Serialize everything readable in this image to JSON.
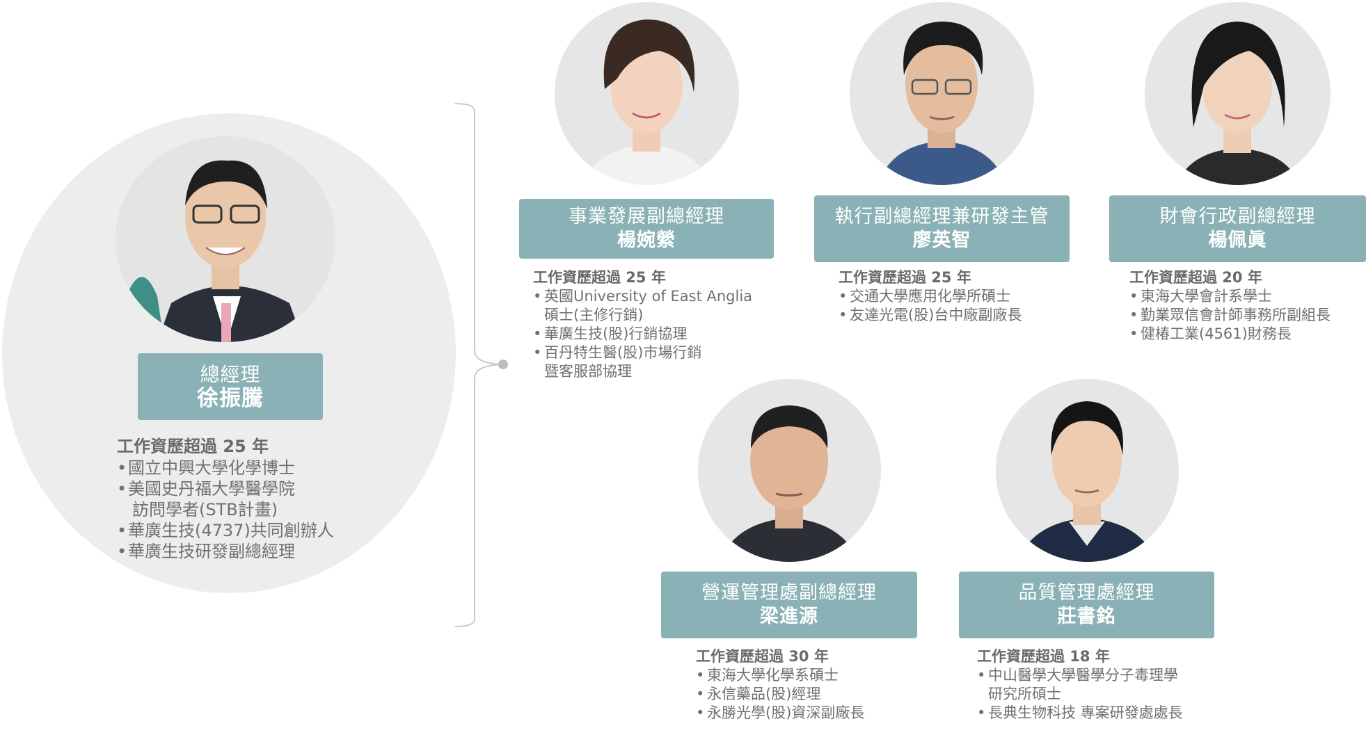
{
  "general_manager": {
    "role": "總經理",
    "name": "徐振騰",
    "experience": "工作資歷超過 25 年",
    "items": [
      "國立中興大學化學博士",
      "美國史丹福大學醫學院",
      "訪問學者(STB計畫)",
      "華廣生技(4737)共同創辦人",
      "華廣生技研發副總經理"
    ]
  },
  "staff": [
    {
      "role": "事業發展副總經理",
      "name": "楊婉縈",
      "experience": "工作資歷超過 25 年",
      "items": [
        "英國University of East Anglia",
        "碩士(主修行銷)",
        "華廣生技(股)行銷協理",
        "百丹特生醫(股)市場行銷",
        "暨客服部協理"
      ]
    },
    {
      "role": "執行副總經理兼研發主管",
      "name": "廖英智",
      "experience": "工作資歷超過 25 年",
      "items": [
        "交通大學應用化學所碩士",
        "友達光電(股)台中廠副廠長"
      ]
    },
    {
      "role": "財會行政副總經理",
      "name": "楊佩眞",
      "experience": "工作資歷超過 20 年",
      "items": [
        "東海大學會計系學士",
        "勤業眾信會計師事務所副組長",
        "健椿工業(4561)財務長"
      ]
    },
    {
      "role": "營運管理處副總經理",
      "name": "梁進源",
      "experience": "工作資歷超過 30 年",
      "items": [
        "東海大學化學系碩士",
        "永信藥品(股)經理",
        "永勝光學(股)資深副廠長"
      ]
    },
    {
      "role": "品質管理處經理",
      "name": "莊書銘",
      "experience": "工作資歷超過 18 年",
      "items": [
        "中山醫學大學醫學分子毒理學",
        "研究所碩士",
        "長典生物科技 專案研發處處長"
      ]
    }
  ],
  "colors": {
    "accent": "#8ab2b6",
    "panel": "#ededed",
    "text": "#707070"
  }
}
